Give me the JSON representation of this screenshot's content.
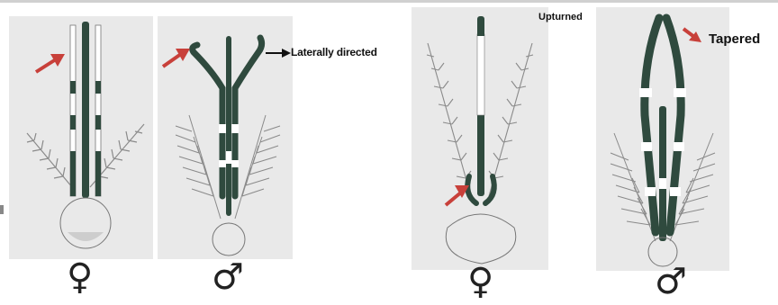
{
  "annotations": {
    "laterally_directed": "Laterally directed",
    "upturned": "Upturned",
    "tapered": "Tapered"
  },
  "symbols": {
    "female": "♀",
    "male": "♂"
  },
  "colors": {
    "panel_background": "#e9e9e9",
    "dark_segment": "#2f4a3e",
    "red_arrow": "#c8403a",
    "black_arrow": "#111111",
    "hair_line": "#8a8a8a"
  }
}
